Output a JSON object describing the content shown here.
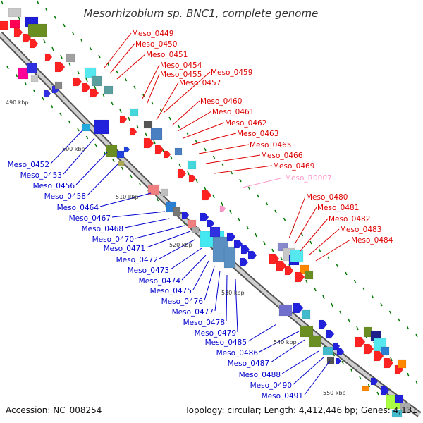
{
  "title": "Mesorhizobium sp. BNC1, complete genome",
  "footer": {
    "accession": "Accession: NC_008254",
    "topology": "Topology: circular; Length: 4,412,446 bp; Genes: 4,131"
  },
  "colors": {
    "forward_label": "#dd0000",
    "reverse_label": "#0000cc",
    "rna_label": "#ff99cc",
    "backbone": "#999999",
    "tick": "#007700"
  },
  "kbp_marks": [
    "490 kbp",
    "500 kbp",
    "510 kbp",
    "520 kbp",
    "530 kbp",
    "540 kbp",
    "550 kbp"
  ],
  "forward_labels": [
    "Meso_0449",
    "Meso_0450",
    "Meso_0451",
    "Meso_0454",
    "Meso_0455",
    "Meso_0459",
    "Meso_0457",
    "Meso_0460",
    "Meso_0461",
    "Meso_0462",
    "Meso_0463",
    "Meso_0465",
    "Meso_0466",
    "Meso_0469",
    "Meso_0480",
    "Meso_0481",
    "Meso_0482",
    "Meso_0483",
    "Meso_0484"
  ],
  "rna_labels": [
    "Meso_R0007"
  ],
  "reverse_labels": [
    "Meso_0452",
    "Meso_0453",
    "Meso_0456",
    "Meso_0458",
    "Meso_0464",
    "Meso_0467",
    "Meso_0468",
    "Meso_0470",
    "Meso_0471",
    "Meso_0472",
    "Meso_0473",
    "Meso_0474",
    "Meso_0475",
    "Meso_0476",
    "Meso_0477",
    "Meso_0478",
    "Meso_0479",
    "Meso_0485",
    "Meso_0486",
    "Meso_0487",
    "Meso_0488",
    "Meso_0490",
    "Meso_0491"
  ]
}
